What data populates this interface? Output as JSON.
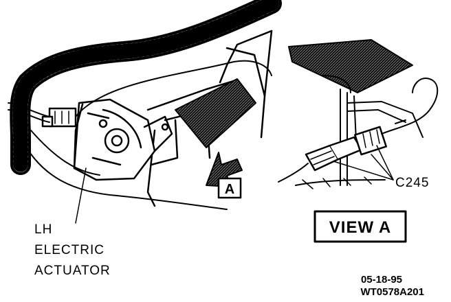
{
  "labels": {
    "actuator_line1": "LH",
    "actuator_line2": "ELECTRIC",
    "actuator_line3": "ACTUATOR",
    "arrow_letter": "A",
    "connector": "C245",
    "view_title": "VIEW A",
    "date_code": "05-18-95",
    "figure_code": "WT0578A201"
  }
}
